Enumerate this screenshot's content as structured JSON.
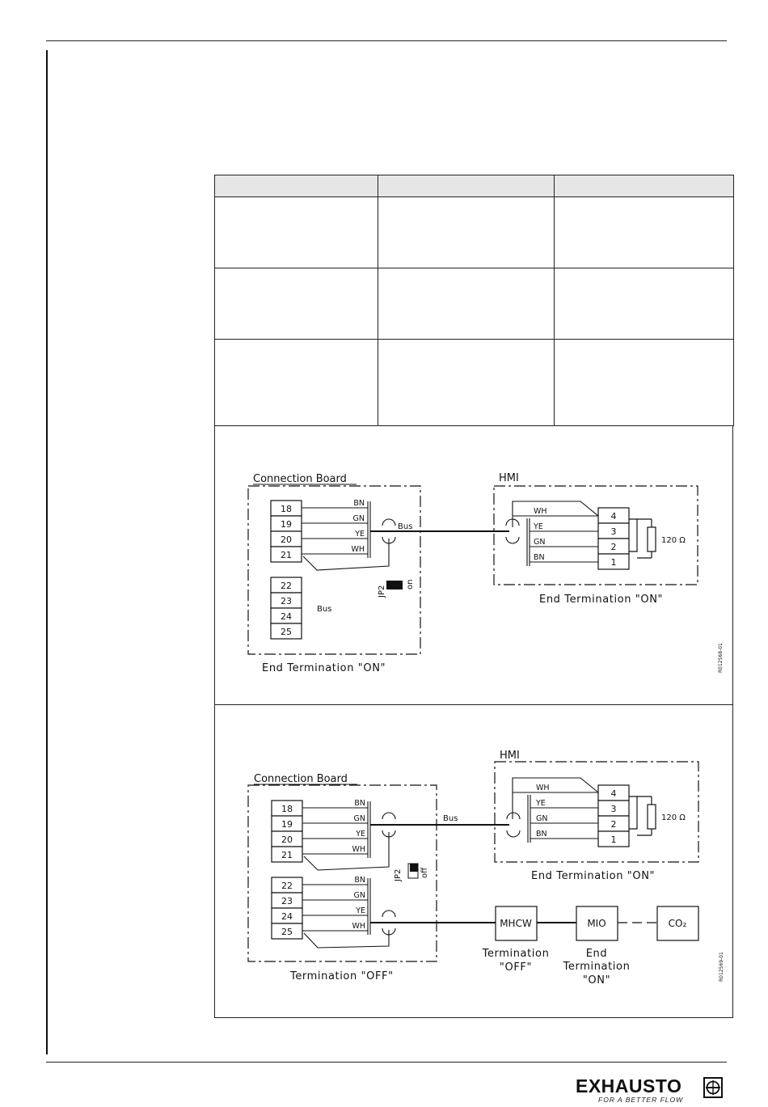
{
  "brand": {
    "name": "EXHAUSTO",
    "tagline": "FOR A BETTER FLOW"
  },
  "diagram_top": {
    "drawing_code": "R012568-01",
    "connection_board": {
      "title": "Connection Board",
      "terminals_bus": [
        "18",
        "19",
        "20",
        "21"
      ],
      "terminals_spare": [
        "22",
        "23",
        "24",
        "25"
      ],
      "wires": [
        "BN",
        "GN",
        "YE",
        "WH"
      ],
      "jumper_label": "JP2",
      "jumper_state": "on",
      "spare_label": "Bus",
      "caption": "End Termination \"ON\""
    },
    "bus_label": "Bus",
    "hmi": {
      "title": "HMI",
      "wires": [
        "WH",
        "YE",
        "GN",
        "BN"
      ],
      "terminals": [
        "4",
        "3",
        "2",
        "1"
      ],
      "resistor": "120 Ω",
      "caption": "End Termination \"ON\""
    }
  },
  "diagram_bottom": {
    "drawing_code": "R012569-01",
    "connection_board": {
      "title": "Connection Board",
      "terminals_bus": [
        "18",
        "19",
        "20",
        "21"
      ],
      "terminals_spare": [
        "22",
        "23",
        "24",
        "25"
      ],
      "wires_upper": [
        "BN",
        "GN",
        "YE",
        "WH"
      ],
      "wires_lower": [
        "BN",
        "GN",
        "YE",
        "WH"
      ],
      "jumper_label": "JP2",
      "jumper_state": "off",
      "caption": "Termination \"OFF\""
    },
    "bus_label": "Bus",
    "hmi": {
      "title": "HMI",
      "wires": [
        "WH",
        "YE",
        "GN",
        "BN"
      ],
      "terminals": [
        "4",
        "3",
        "2",
        "1"
      ],
      "resistor": "120 Ω",
      "caption": "End Termination \"ON\""
    },
    "devices": [
      {
        "name": "MHCW",
        "caption_lines": [
          "Termination",
          "\"OFF\""
        ]
      },
      {
        "name": "MIO",
        "caption_lines": [
          "End",
          "Termination",
          "\"ON\""
        ]
      },
      {
        "name": "CO₂",
        "caption_lines": []
      }
    ]
  }
}
